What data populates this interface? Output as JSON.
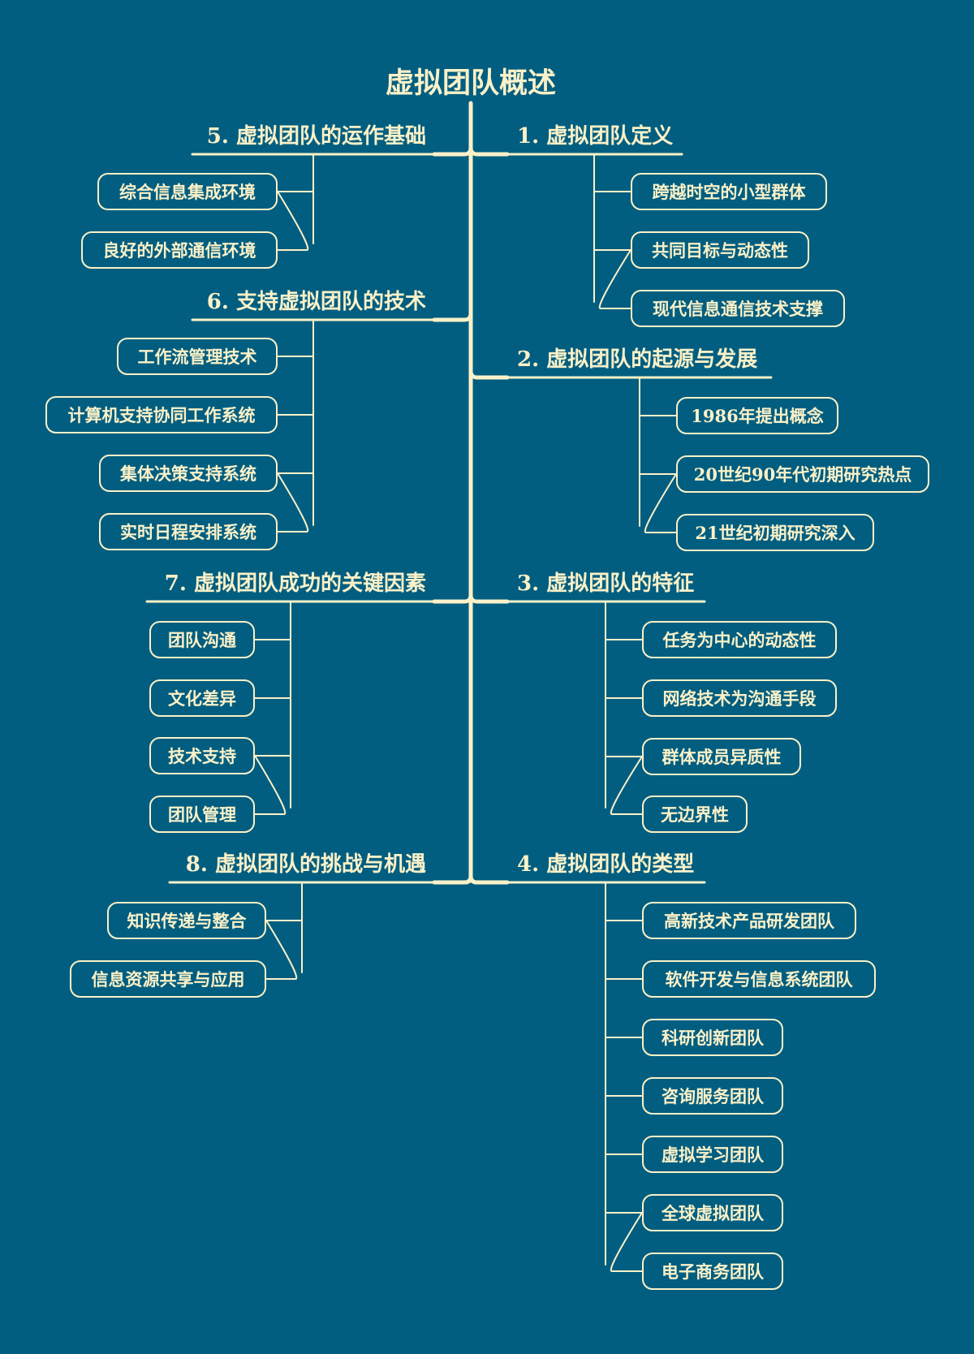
{
  "title": "虚拟团队概述",
  "branches": [
    {
      "label": "1.  虚拟团队定义",
      "items": [
        "跨越时空的小型群体",
        "共同目标与动态性",
        "现代信息通信技术支撑"
      ]
    },
    {
      "label": "2.  虚拟团队的起源与发展",
      "items": [
        "1986年提出概念",
        "20世纪90年代初期研究热点",
        "21世纪初期研究深入"
      ]
    },
    {
      "label": "3.  虚拟团队的特征",
      "items": [
        "任务为中心的动态性",
        "网络技术为沟通手段",
        "群体成员异质性",
        "无边界性"
      ]
    },
    {
      "label": "4.  虚拟团队的类型",
      "items": [
        "高新技术产品研发团队",
        "软件开发与信息系统团队",
        "科研创新团队",
        "咨询服务团队",
        "虚拟学习团队",
        "全球虚拟团队",
        "电子商务团队"
      ]
    },
    {
      "label": "5.  虚拟团队的运作基础",
      "items": [
        "综合信息集成环境",
        "良好的外部通信环境"
      ]
    },
    {
      "label": "6.  支持虚拟团队的技术",
      "items": [
        "工作流管理技术",
        "计算机支持协同工作系统",
        "集体决策支持系统",
        "实时日程安排系统"
      ]
    },
    {
      "label": "7.  虚拟团队成功的关键因素",
      "items": [
        "团队沟通",
        "文化差异",
        "技术支持",
        "团队管理"
      ]
    },
    {
      "label": "8.  虚拟团队的挑战与机遇",
      "items": [
        "知识传递与整合",
        "信息资源共享与应用"
      ]
    }
  ],
  "colors": {
    "background": "#025e80",
    "line": "#fbf1c8",
    "text": "#fbf1c8"
  }
}
